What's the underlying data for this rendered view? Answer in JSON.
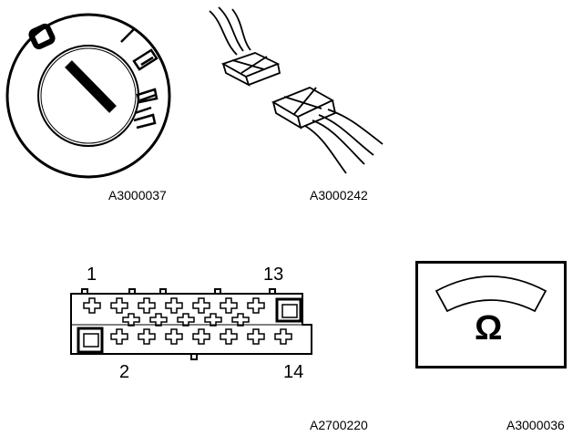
{
  "figures": {
    "ignition_switch": {
      "code": "A3000037"
    },
    "connector_plug": {
      "code": "A3000242"
    },
    "pin_connector": {
      "code": "A2700220",
      "pins": {
        "top_left": "1",
        "bottom_left": "2",
        "top_right": "13",
        "bottom_right": "14"
      }
    },
    "ohmmeter": {
      "code": "A3000036",
      "symbol": "Ω"
    }
  }
}
